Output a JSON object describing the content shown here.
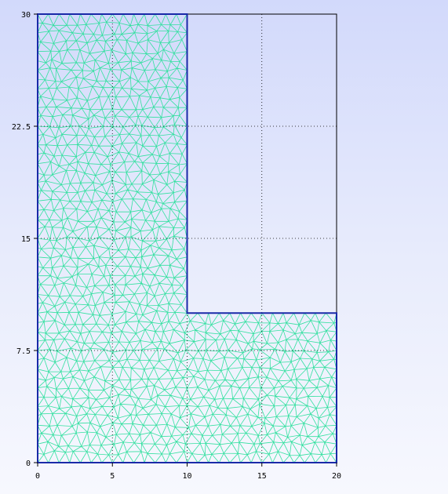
{
  "chart_data": {
    "type": "mesh",
    "title": "",
    "xlabel": "",
    "ylabel": "",
    "xlim": [
      0,
      20
    ],
    "ylim": [
      0,
      30
    ],
    "x_ticks": [
      0,
      5,
      10,
      15,
      20
    ],
    "y_ticks": [
      0,
      7.5,
      15,
      22.5,
      30
    ],
    "x_tick_labels": [
      "0",
      "5",
      "10",
      "15",
      "20"
    ],
    "y_tick_labels": [
      "0",
      "7.5",
      "15",
      "22.5",
      "30"
    ],
    "grid": "dotted",
    "domain_outline": [
      [
        0,
        0
      ],
      [
        20,
        0
      ],
      [
        20,
        10
      ],
      [
        10,
        10
      ],
      [
        10,
        30
      ],
      [
        0,
        30
      ]
    ],
    "mesh": "triangular",
    "colors": {
      "background_top": "#d2d9fb",
      "background_bottom": "#f7f8fe",
      "mesh_edges": "#33e0a0",
      "boundary": "#1a2aa8",
      "axes": "#000000",
      "grid": "#000000"
    }
  }
}
